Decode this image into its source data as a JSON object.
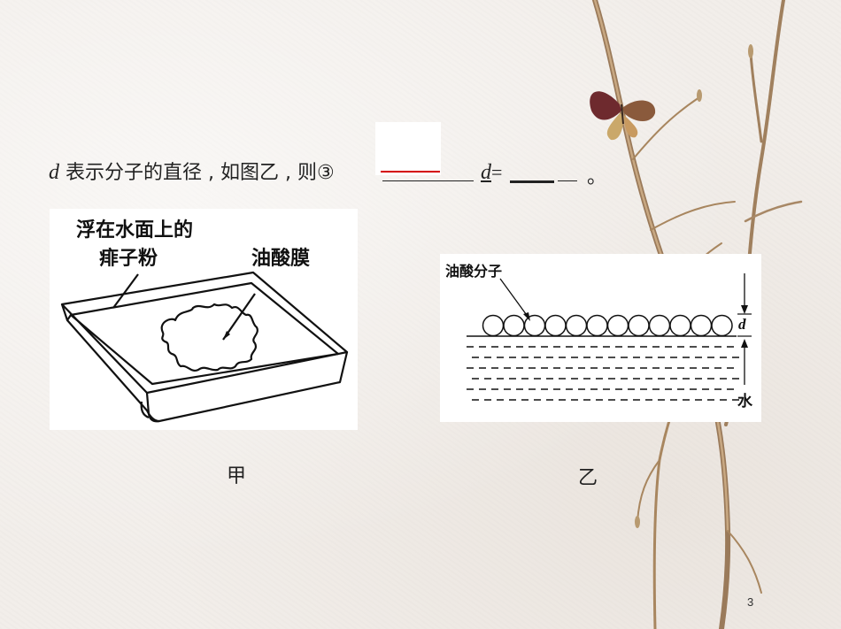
{
  "question": {
    "var_d": "d",
    "text": "表示分子的直径 , 如图乙 , 则",
    "circle_number": "③",
    "d_eq_var": "d",
    "d_eq_sign": "=",
    "end_mark": "。"
  },
  "figure_a": {
    "label_powder_line1": "浮在水面上的",
    "label_powder_line2": "痱子粉",
    "label_film": "油酸膜",
    "caption": "甲"
  },
  "figure_b": {
    "label_molecule": "油酸分子",
    "label_d": "d",
    "label_water": "水",
    "molecule_count": 12,
    "caption": "乙"
  },
  "page_number": "3"
}
